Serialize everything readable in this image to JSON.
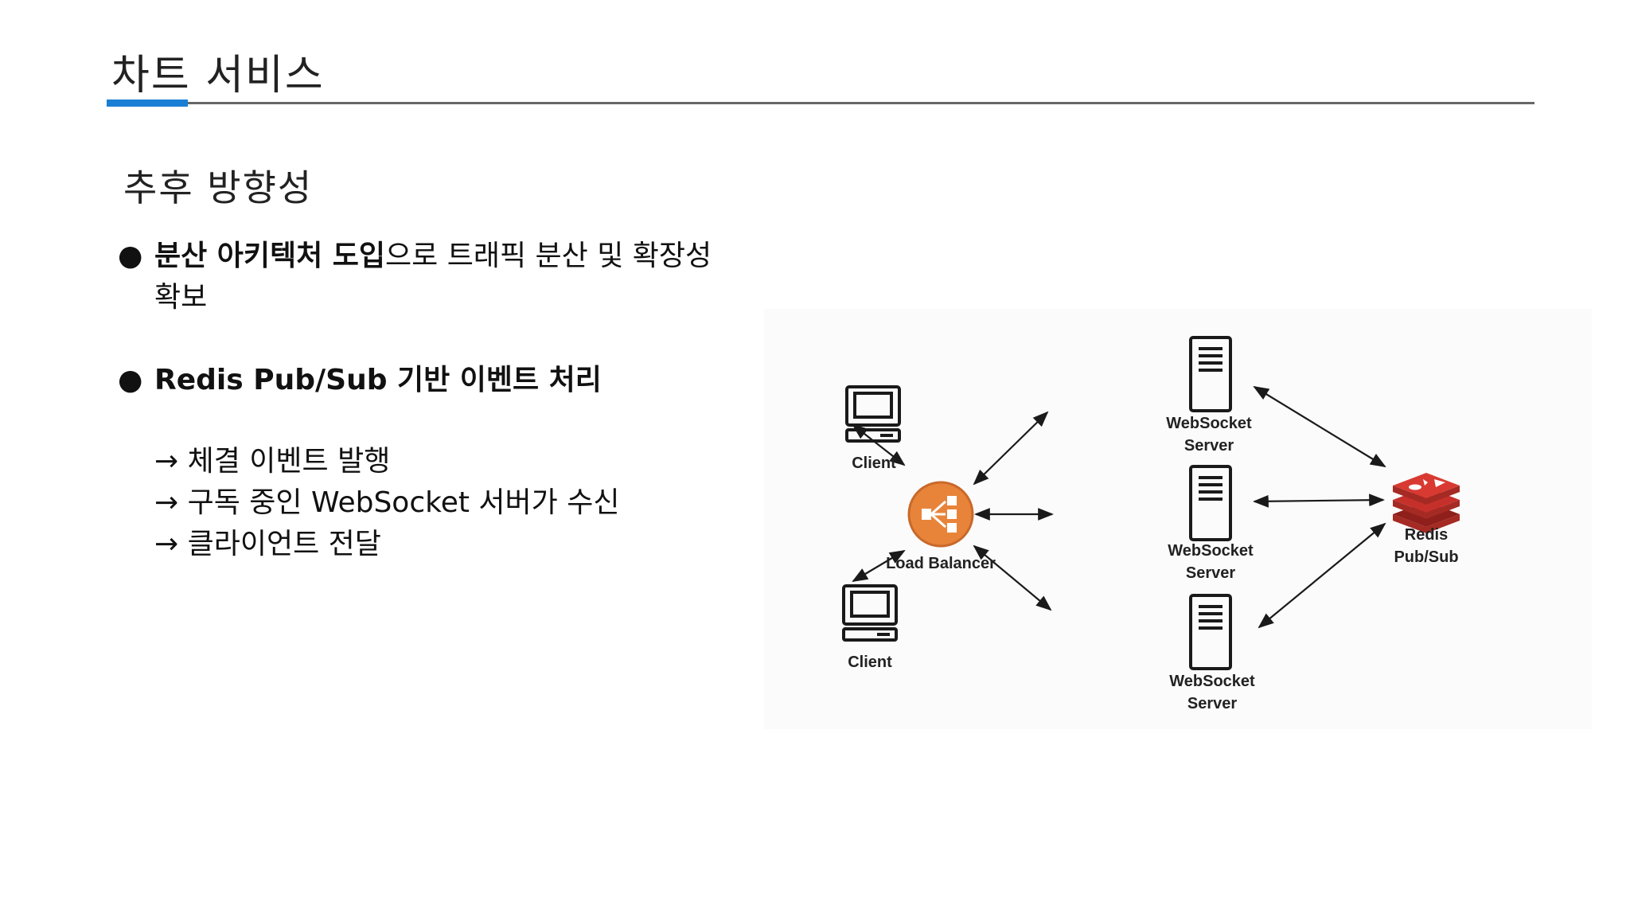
{
  "slide": {
    "title": "차트 서비스",
    "section_heading": "추후 방향성"
  },
  "bullets": [
    {
      "marker": "●",
      "bold": "분산 아키텍처 도입",
      "text": "으로 트래픽 분산 및 확장성",
      "text_line2": "확보"
    },
    {
      "marker": "●",
      "bold": "Redis Pub/Sub 기반 이벤트 처리"
    }
  ],
  "sub_points": [
    "→ 체결 이벤트 발행",
    "→ 구독 중인 WebSocket 서버가 수신",
    "→ 클라이언트 전달"
  ],
  "diagram": {
    "nodes": {
      "client_top": "Client",
      "client_bottom": "Client",
      "load_balancer": "Load Balancer",
      "ws_server_1_line1": "WebSocket",
      "ws_server_1_line2": "Server",
      "ws_server_2_line1": "WebSocket",
      "ws_server_2_line2": "Server",
      "ws_server_3_line1": "WebSocket",
      "ws_server_3_line2": "Server",
      "redis_line1": "Redis",
      "redis_line2": "Pub/Sub"
    },
    "icons": {
      "client": "desktop-computer-icon",
      "load_balancer": "load-balancer-icon",
      "server": "server-rack-icon",
      "redis": "redis-logo-icon"
    },
    "colors": {
      "load_balancer": "#e8843a",
      "redis": "#c6302b",
      "lines": "#1a1a1a"
    }
  }
}
